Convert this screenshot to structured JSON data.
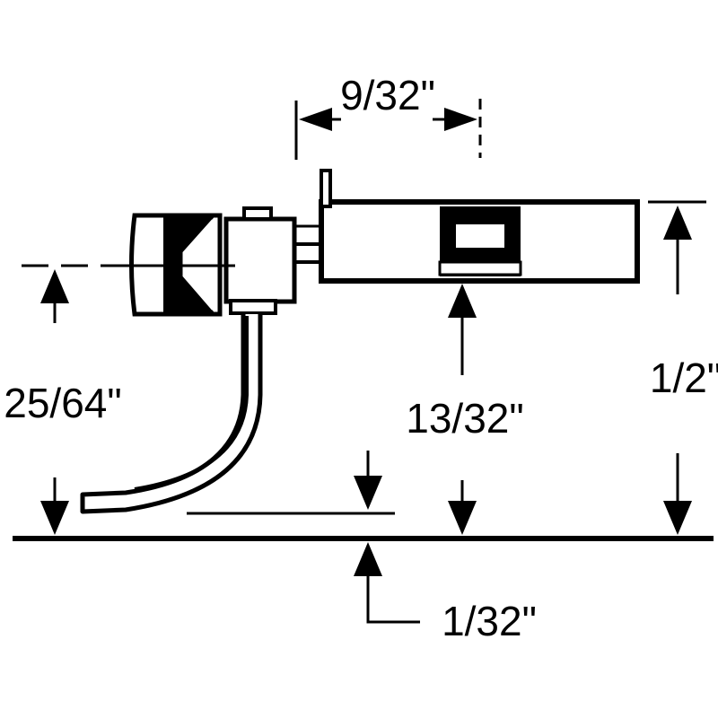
{
  "dimensions": {
    "shank_width": "9/32\"",
    "centerline_height": "25/64\"",
    "box_height": "13/32\"",
    "overall_height": "1/2\"",
    "pin_clearance": "1/32\""
  },
  "colors": {
    "line": "#000000",
    "background": "#ffffff"
  }
}
